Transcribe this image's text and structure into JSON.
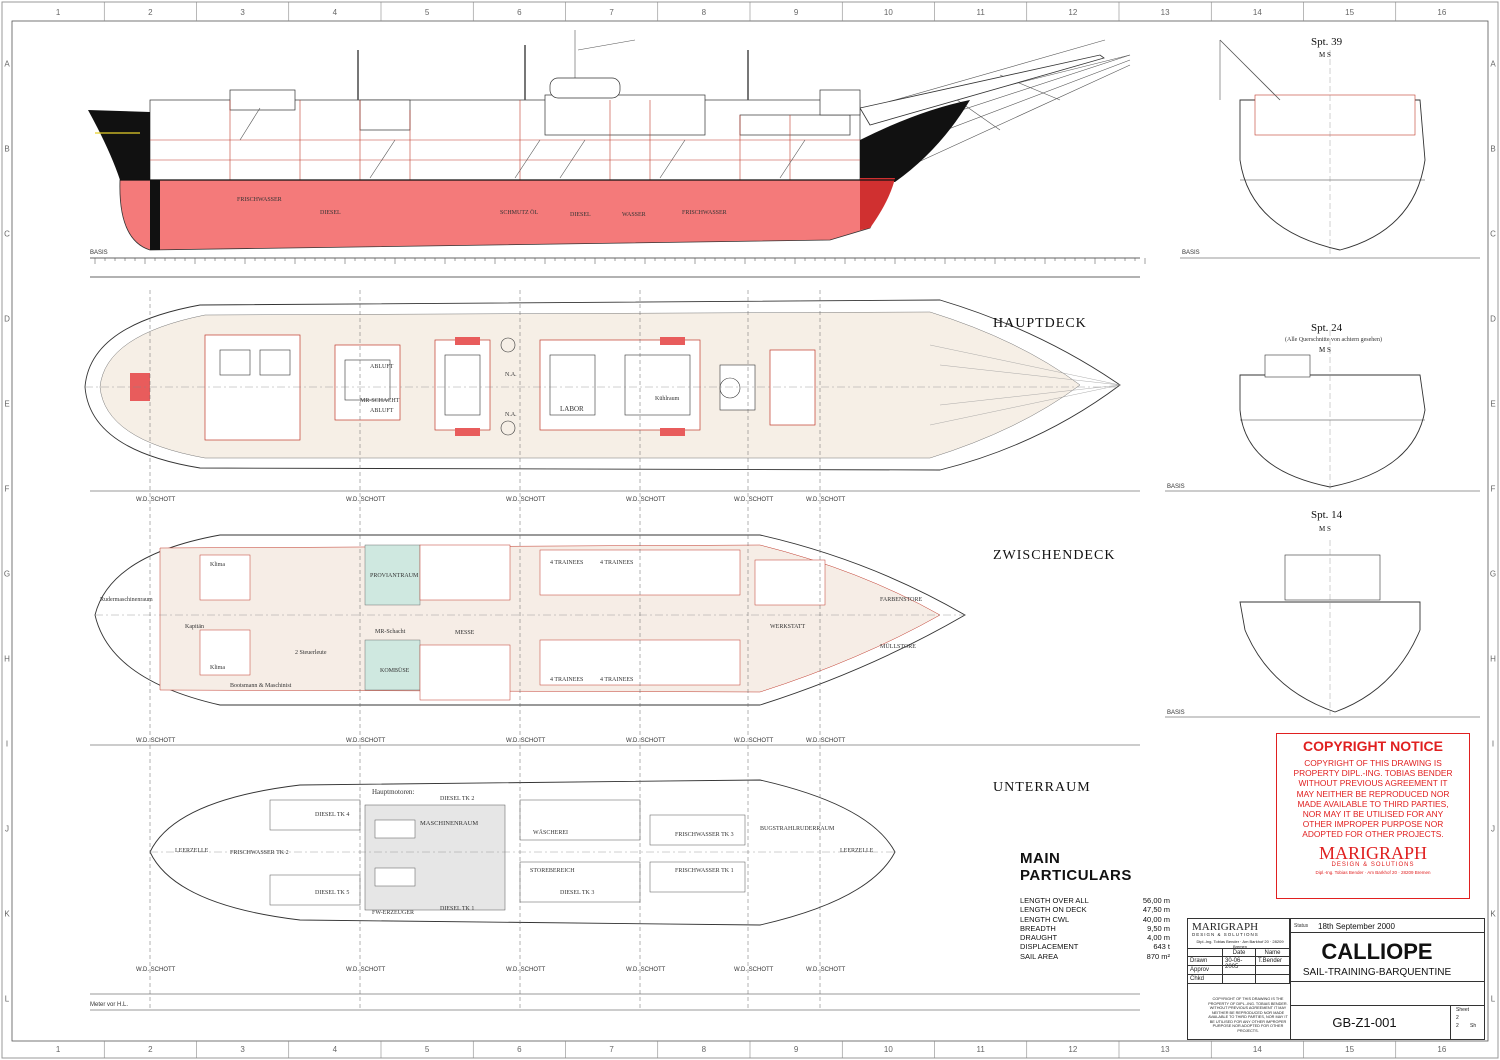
{
  "labels": {
    "hauptdeck": "HAUPTDECK",
    "zwischendeck": "ZWISCHENDECK",
    "unterraum": "UNTERRAUM",
    "spt39": "Spt. 39",
    "spt24": "Spt. 24",
    "spt24_sub": "(Alle Querschnitte von achtern gesehen)",
    "spt14": "Spt. 14",
    "basis": "BASIS",
    "ms": "M S"
  },
  "grid": {
    "columns": [
      "1",
      "2",
      "3",
      "4",
      "5",
      "6",
      "7",
      "8",
      "9",
      "10",
      "11",
      "12",
      "13",
      "14",
      "15",
      "16"
    ],
    "rows": [
      "A",
      "B",
      "C",
      "D",
      "E",
      "F",
      "G",
      "H",
      "I",
      "J",
      "K",
      "L"
    ]
  },
  "main_particulars": {
    "title": "MAIN PARTICULARS",
    "rows": [
      {
        "name": "LENGTH OVER ALL",
        "value": "56,00 m"
      },
      {
        "name": "LENGTH ON DECK",
        "value": "47,50 m"
      },
      {
        "name": "LENGTH CWL",
        "value": "40,00 m"
      },
      {
        "name": "BREADTH",
        "value": "9,50 m"
      },
      {
        "name": "DRAUGHT",
        "value": "4,00 m"
      },
      {
        "name": "DISPLACEMENT",
        "value": "643 t"
      },
      {
        "name": "SAIL AREA",
        "value": "870 m²"
      }
    ]
  },
  "copyright": {
    "title": "COPYRIGHT NOTICE",
    "lines": [
      "COPYRIGHT OF THIS DRAWING IS",
      "PROPERTY DIPL.-ING. TOBIAS BENDER",
      "WITHOUT PREVIOUS AGREEMENT IT",
      "MAY NEITHER BE REPRODUCED NOR",
      "MADE AVAILABLE TO THIRD PARTIES,",
      "NOR MAY IT BE UTILISED FOR ANY",
      "OTHER IMPROPER PURPOSE NOR",
      "ADOPTED FOR OTHER PROJECTS."
    ],
    "logo": "MARIGRAPH",
    "logo_sub": "DESIGN & SOLUTIONS",
    "address": "Dipl.-Ing. Tobias Bender · Am Barkhof 20 · 28209 Bremen"
  },
  "title_block": {
    "logo": "MARIGRAPH",
    "logo_sub": "DESIGN & SOLUTIONS",
    "address": "Dipl.-Ing. Tobias Bender · Am Barkhof 20 · 28209 Bremen",
    "status_label": "Status",
    "date": "18th September 2000",
    "title": "CALLIOPE",
    "subtitle": "SAIL-TRAINING-BARQUENTINE",
    "drawing_no": "GB-Z1-001",
    "date_col": "Date",
    "name_col": "Name",
    "drawn_label": "Drawn",
    "drawn_date": "30-06-2005",
    "drawn_name": "T.Bender",
    "approv_label": "Approv",
    "chkd_label": "Chkd",
    "sheet_label": "Sheet",
    "sheet_no": "2",
    "sheet_total": "2",
    "sh_label": "Sh",
    "note": "COPYRIGHT OF THIS DRAWING IS THE PROPERTY OF DIPL.-ING. TOBIAS BENDER. WITHOUT PREVIOUS AGREEMENT IT MAY NEITHER BE REPRODUCED NOR MADE AVAILABLE TO THIRD PARTIES, NOR MAY IT BE UTILISED FOR ANY OTHER IMPROPER PURPOSE NOR ADOPTED FOR OTHER PROJECTS."
  },
  "rooms": {
    "profile": [
      "FRISCHWASSER",
      "DIESEL",
      "DIESEL",
      "WASSER",
      "FRISCHWASSER",
      "SCHMUTZ ÖL"
    ],
    "hauptdeck": [
      "MR-SCHACHT",
      "LABOR",
      "N.A.",
      "N.A.",
      "Kühlraum",
      "ABLUFT",
      "ABLUFT"
    ],
    "zwischendeck": [
      "Rudermaschinenraum",
      "Kapitän",
      "Klima",
      "Klima",
      "MESSE",
      "MR-Schacht",
      "KOMBÜSE",
      "PROVIANTRAUM",
      "4 TRAINEES",
      "4 TRAINEES",
      "4 TRAINEES",
      "4 TRAINEES",
      "WERKSTATT",
      "MÜLLSTORE",
      "FARBENSTORE",
      "Bootsmann & Maschinist",
      "2 Steuerleute"
    ],
    "unterraum": [
      "LEERZELLE",
      "FRISCHWASSER TK 2",
      "DIESEL TK 4",
      "DIESEL TK 5",
      "MASCHINENRAUM",
      "Hauptmotoren:",
      "DIESEL TK 2",
      "DIESEL TK 1",
      "WÄSCHEREI",
      "STOREBEREICH",
      "DIESEL TK 3",
      "FRISCHWASSER TK 3",
      "FRISCHWASSER TK 1",
      "BUGSTRAHLRUDERRAUM",
      "LEERZELLE",
      "FW-ERZEUGER"
    ]
  },
  "wd_schott": "W.D. SCHOTT",
  "scale_label": "Meter vor H.L."
}
